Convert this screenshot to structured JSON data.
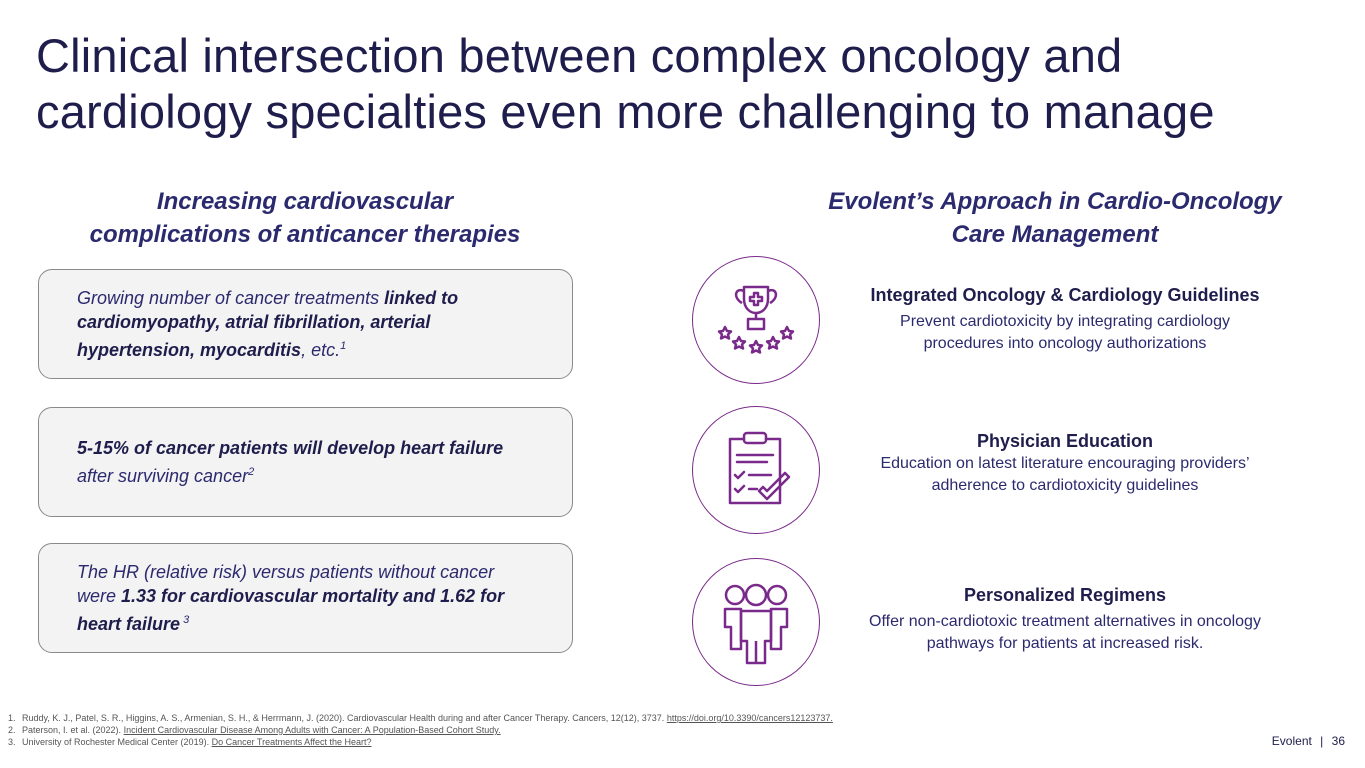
{
  "title": {
    "line1": "Clinical intersection between complex oncology and",
    "line2": "cardiology specialties even more challenging to manage"
  },
  "left": {
    "heading_line1": "Increasing cardiovascular",
    "heading_line2": "complications of anticancer therapies",
    "boxes": [
      {
        "t1": "Growing number of cancer treatments ",
        "b1": "linked to cardiomyopathy, atrial fibrillation, arterial hypertension, myocarditis",
        "t2": ", etc.",
        "sup": "1"
      },
      {
        "b1": "5-15% of cancer patients will develop heart failure",
        "t2": " after surviving cancer",
        "sup": "2"
      },
      {
        "t1": "The HR (relative risk) versus patients without cancer were ",
        "b1": "1.33 for cardiovascular mortality and 1.62 for heart failure",
        "sup": " 3"
      }
    ]
  },
  "right": {
    "heading_line1": "Evolent’s Approach in Cardio-Oncology",
    "heading_line2": "Care Management",
    "items": [
      {
        "title": "Integrated Oncology & Cardiology Guidelines",
        "desc": "Prevent cardiotoxicity by integrating cardiology procedures  into oncology authorizations",
        "icon": "trophy-stars-icon"
      },
      {
        "title": "Physician Education",
        "desc": "Education on latest literature encouraging providers’ adherence to cardiotoxicity guidelines",
        "icon": "clipboard-check-icon"
      },
      {
        "title": "Personalized Regimens",
        "desc": "Offer non-cardiotoxic treatment alternatives in oncology pathways for patients at increased risk.",
        "icon": "people-group-icon"
      }
    ]
  },
  "footnotes": [
    {
      "n": "1.",
      "text": "Ruddy, K. J., Patel, S. R., Higgins, A. S., Armenian, S. H., & Herrmann, J. (2020). Cardiovascular Health during and after Cancer Therapy. Cancers, 12(12), 3737. ",
      "link": "https://doi.org/10.3390/cancers12123737."
    },
    {
      "n": "2.",
      "text": "Paterson, I. et al. (2022). ",
      "link": "Incident Cardiovascular Disease Among Adults with Cancer: A Population-Based Cohort Study."
    },
    {
      "n": "3.",
      "text": "University of Rochester Medical Center (2019). ",
      "link": "Do Cancer Treatments Affect the Heart?"
    }
  ],
  "footer": {
    "brand": "Evolent",
    "sep": "|",
    "page": "36"
  },
  "colors": {
    "navy": "#1e1d4c",
    "purple": "#7a2a8a",
    "box_bg": "#f3f3f3"
  }
}
